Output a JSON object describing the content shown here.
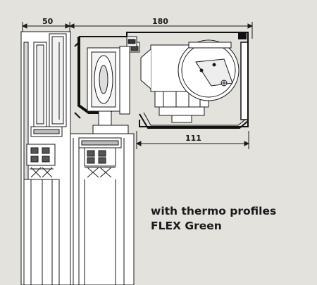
{
  "dimensions": {
    "left_width": "50",
    "top_width": "180",
    "bottom_width": "111"
  },
  "caption": {
    "line1": "with thermo profiles",
    "line2": "FLEX Green"
  },
  "colors": {
    "background": "#e4e2dc",
    "line": "#1a1a1a",
    "panel_fill": "#ffffff",
    "profile_fill": "#111111"
  }
}
